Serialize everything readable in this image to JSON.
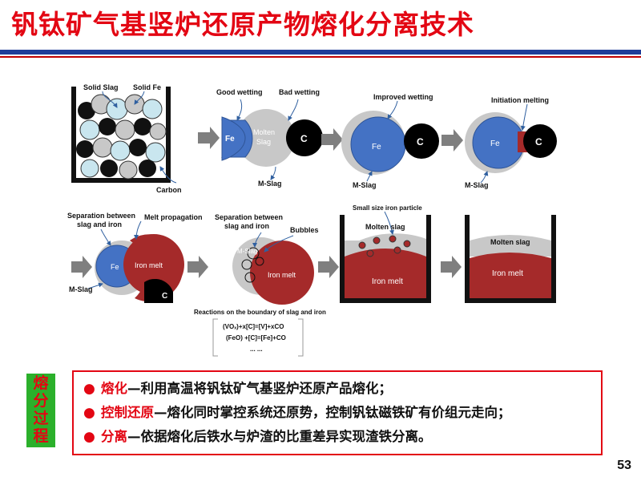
{
  "title": "钒钛矿气基竖炉还原产物熔化分离技术",
  "diagram": {
    "step1": {
      "solid_slag": "Solid Slag",
      "solid_fe": "Solid Fe",
      "carbon": "Carbon"
    },
    "step2": {
      "good_wetting": "Good wetting",
      "bad_wetting": "Bad wetting",
      "fe": "Fe",
      "molten_slag_a": "Molten",
      "molten_slag_b": "Slag",
      "c": "C",
      "m_slag": "M-Slag"
    },
    "step3": {
      "improved_wetting": "Improved wetting",
      "fe": "Fe",
      "c": "C",
      "m_slag": "M-Slag"
    },
    "step4": {
      "initiation_melting": "Initiation melting",
      "fe": "Fe",
      "c": "C",
      "m_slag": "M-Slag"
    },
    "step5": {
      "separation_a": "Separation between",
      "separation_b": "slag and iron",
      "melt_propagation": "Melt propagation",
      "fe": "Fe",
      "iron_melt": "Iron melt",
      "c": "C",
      "m_slag": "M-Slag"
    },
    "step6": {
      "separation_a": "Separation between",
      "separation_b": "slag and iron",
      "bubbles": "Bubbles",
      "m_slag": "M-Slag",
      "iron_melt": "Iron melt",
      "reactions_title": "Reactions on the boundary of slag and iron",
      "reaction1": "(VOₓ)+x[C]=[V]+xCO",
      "reaction2": "(FeO) +[C]=[Fe]+CO",
      "reaction3": "... ..."
    },
    "step7": {
      "small_particle": "Small size iron particle",
      "molten_slag": "Molten slag",
      "iron_melt": "Iron melt"
    },
    "step8": {
      "molten_slag": "Molten slag",
      "iron_melt": "Iron melt"
    }
  },
  "process_tag": "熔分过程",
  "points": [
    {
      "bullet": "●",
      "keyword": "熔化",
      "text": "—利用高温将钒钛矿气基竖炉还原产品熔化；"
    },
    {
      "bullet": "●",
      "keyword": "控制还原",
      "text": "—熔化同时掌控系统还原势，控制钒钛磁铁矿有价组元走向；"
    },
    {
      "bullet": "●",
      "keyword": "分离",
      "text": "—依据熔化后铁水与炉渣的比重差异实现渣铁分离。"
    }
  ],
  "page_number": "53",
  "colors": {
    "accent_red": "#e30613",
    "rule_blue": "#1f3d99",
    "fe_blue": "#4472c4",
    "iron_melt": "#a52a2a",
    "slag_gray": "#c8c8c8",
    "tag_green": "#2bb02b"
  }
}
